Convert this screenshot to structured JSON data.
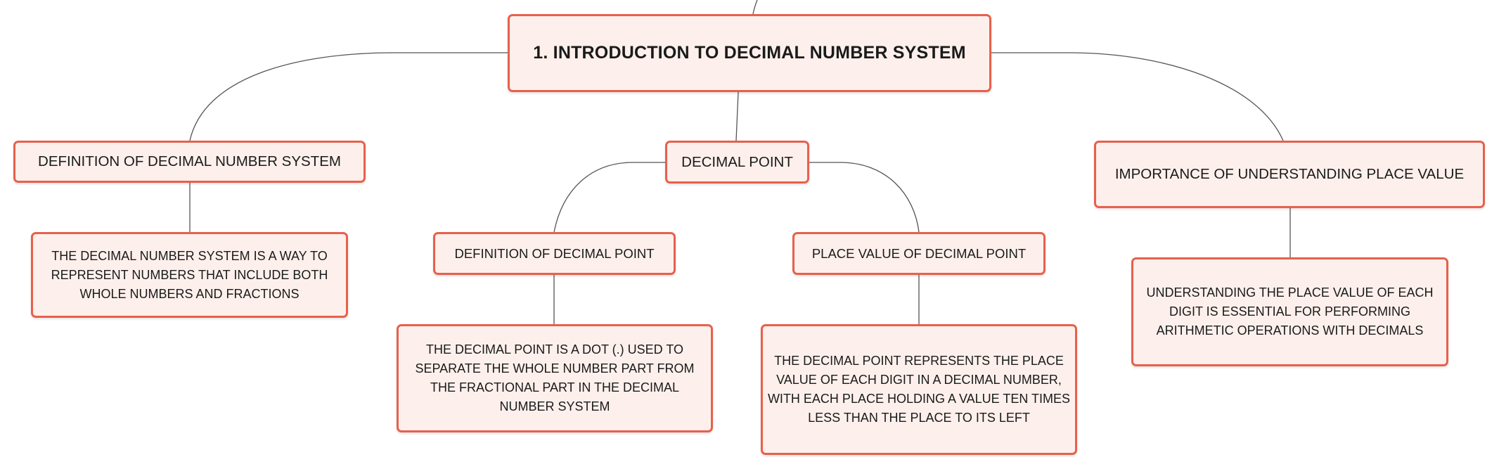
{
  "colors": {
    "border": "#e8604c",
    "fill": "#fdf0ec",
    "connector": "#555555"
  },
  "mindmap": {
    "root": "1. INTRODUCTION TO DECIMAL NUMBER SYSTEM",
    "definition": {
      "title": "DEFINITION OF DECIMAL NUMBER SYSTEM",
      "detail": "THE DECIMAL NUMBER SYSTEM IS A WAY TO REPRESENT NUMBERS THAT INCLUDE BOTH WHOLE NUMBERS AND FRACTIONS"
    },
    "decimal_point": {
      "title": "DECIMAL POINT",
      "definition": {
        "title": "DEFINITION OF DECIMAL POINT",
        "detail": "THE DECIMAL POINT IS A DOT (.) USED TO SEPARATE THE WHOLE NUMBER PART FROM THE FRACTIONAL PART IN THE DECIMAL NUMBER SYSTEM"
      },
      "place_value": {
        "title": "PLACE VALUE OF DECIMAL POINT",
        "detail": "THE DECIMAL POINT REPRESENTS THE PLACE VALUE OF EACH DIGIT IN A DECIMAL NUMBER, WITH EACH PLACE HOLDING A VALUE TEN TIMES LESS THAN THE PLACE TO ITS LEFT"
      }
    },
    "importance": {
      "title": "IMPORTANCE OF UNDERSTANDING PLACE VALUE",
      "detail": "UNDERSTANDING THE PLACE VALUE OF EACH DIGIT IS ESSENTIAL FOR PERFORMING ARITHMETIC OPERATIONS WITH DECIMALS"
    }
  }
}
